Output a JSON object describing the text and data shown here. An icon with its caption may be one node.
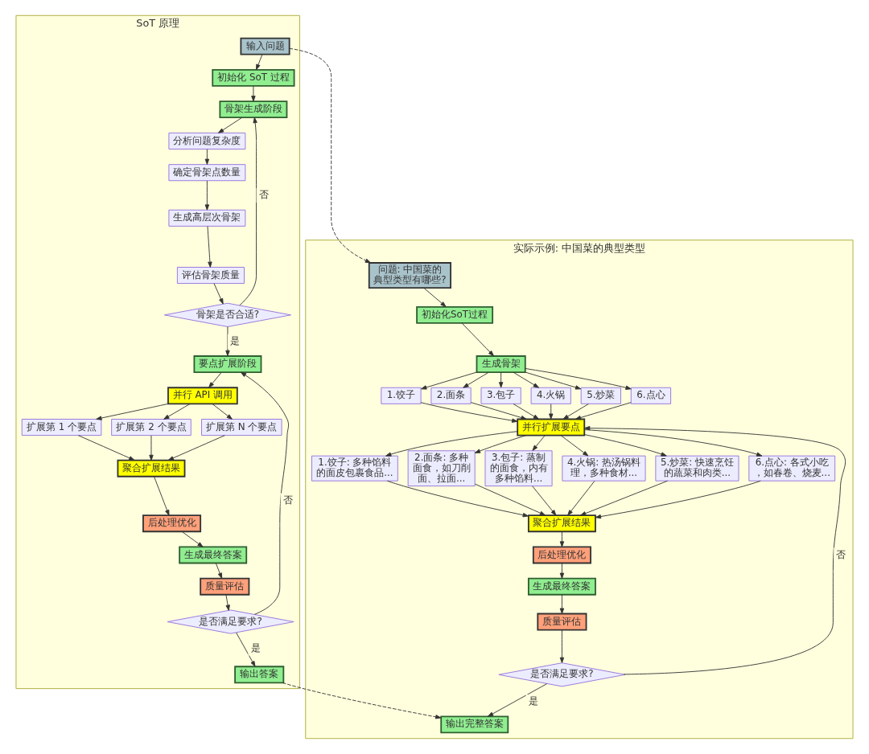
{
  "diagram": {
    "nodes": [
      {
        "text": [
          "SoT 原理"
        ]
      },
      {
        "text": [
          "输入问题"
        ],
        "in": 0
      },
      {
        "text": [
          "初始化 SoT 过程"
        ],
        "in": 0
      },
      {
        "text": [
          "骨架生成阶段"
        ],
        "in": 0
      },
      {
        "text": [
          "分析问题复杂度"
        ],
        "in": 0
      },
      {
        "text": [
          "确定骨架点数量"
        ],
        "in": 0
      },
      {
        "text": [
          "生成高层次骨架"
        ],
        "in": 0
      },
      {
        "text": [
          "评估骨架质量"
        ],
        "in": 0
      },
      {
        "text": [
          "骨架是否合适?"
        ],
        "in": 0
      },
      {
        "text": [
          "要点扩展阶段"
        ],
        "in": 0
      },
      {
        "text": [
          "并行 API 调用"
        ],
        "in": 0
      },
      {
        "text": [
          "扩展第 1 个要点"
        ],
        "in": 0
      },
      {
        "text": [
          "扩展第 2 个要点"
        ],
        "in": 0
      },
      {
        "text": [
          "扩展第 N 个要点"
        ],
        "in": 0
      },
      {
        "text": [
          "聚合扩展结果"
        ],
        "in": 0
      },
      {
        "text": [
          "后处理优化"
        ],
        "in": 0
      },
      {
        "text": [
          "生成最终答案"
        ],
        "in": 0
      },
      {
        "text": [
          "质量评估"
        ],
        "in": 0
      },
      {
        "text": [
          "是否满足要求?"
        ],
        "in": 0
      },
      {
        "text": [
          "输出答案"
        ],
        "in": 0
      },
      {
        "text": [
          "实际示例: 中国菜的典型类型"
        ]
      },
      {
        "text": [
          "问题: 中国菜的典型类型有哪些?"
        ],
        "in": 20
      },
      {
        "text": [
          "初始化SoT过程"
        ],
        "in": 20
      },
      {
        "text": [
          "生成骨架"
        ],
        "in": 20
      },
      {
        "text": [
          "1.饺子"
        ],
        "in": 20
      },
      {
        "text": [
          "2.面条"
        ],
        "in": 20
      },
      {
        "text": [
          "3.包子"
        ],
        "in": 20
      },
      {
        "text": [
          "4.火锅"
        ],
        "in": 20
      },
      {
        "text": [
          "5.炒菜"
        ],
        "in": 20
      },
      {
        "text": [
          "6.点心"
        ],
        "in": 20
      },
      {
        "text": [
          "并行扩展要点"
        ],
        "in": 20
      },
      {
        "text": [
          "1.饺子: 多种馅料的面皮包裹食品..."
        ],
        "in": 20
      },
      {
        "text": [
          "2.面条: 多种面食，如刀削面、拉面..."
        ],
        "in": 20
      },
      {
        "text": [
          "3.包子: 蒸制的面食，内有多种馅料..."
        ],
        "in": 20
      },
      {
        "text": [
          "4.火锅: 热汤锅料理，多种食材..."
        ],
        "in": 20
      },
      {
        "text": [
          "5.炒菜: 快速烹饪的蔬菜和肉类..."
        ],
        "in": 20
      },
      {
        "text": [
          "6.点心: 各式小吃，如春卷、烧麦..."
        ],
        "in": 20
      },
      {
        "text": [
          "聚合扩展结果"
        ],
        "in": 20
      },
      {
        "text": [
          "后处理优化"
        ],
        "in": 20
      },
      {
        "text": [
          "生成最终答案"
        ],
        "in": 20
      },
      {
        "text": [
          "质量评估"
        ],
        "in": 20
      },
      {
        "text": [
          "是否满足要求?"
        ],
        "in": 20
      },
      {
        "text": [
          "输出完整答案"
        ],
        "in": 20
      }
    ],
    "edges": [
      {
        "from": 1,
        "to": 2,
        "arrow": "to"
      },
      {
        "from": 2,
        "to": 3,
        "arrow": "to"
      },
      {
        "from": 3,
        "to": 4,
        "arrow": "to"
      },
      {
        "from": 4,
        "to": 5,
        "arrow": "to"
      },
      {
        "from": 5,
        "to": 6,
        "arrow": "to"
      },
      {
        "from": 6,
        "to": 7,
        "arrow": "to"
      },
      {
        "from": 7,
        "to": 8,
        "arrow": "to"
      },
      {
        "from": 8,
        "to": 3,
        "arrow": "to",
        "label": "否"
      },
      {
        "from": 8,
        "to": 9,
        "arrow": "to",
        "label": "是"
      },
      {
        "from": 9,
        "to": 10,
        "arrow": "to"
      },
      {
        "from": 10,
        "to": 11,
        "arrow": "to"
      },
      {
        "from": 10,
        "to": 12,
        "arrow": "to"
      },
      {
        "from": 10,
        "to": 13,
        "arrow": "to"
      },
      {
        "from": 11,
        "to": 14,
        "arrow": "to"
      },
      {
        "from": 12,
        "to": 14,
        "arrow": "to"
      },
      {
        "from": 13,
        "to": 14,
        "arrow": "to"
      },
      {
        "from": 14,
        "to": 15,
        "arrow": "to"
      },
      {
        "from": 15,
        "to": 16,
        "arrow": "to"
      },
      {
        "from": 16,
        "to": 17,
        "arrow": "to"
      },
      {
        "from": 17,
        "to": 18,
        "arrow": "to"
      },
      {
        "from": 18,
        "to": 9,
        "arrow": "to",
        "label": "否"
      },
      {
        "from": 18,
        "to": 19,
        "arrow": "to",
        "label": "是"
      },
      {
        "from": 1,
        "to": 21,
        "arrow": "to",
        "style": "dashed"
      },
      {
        "from": 21,
        "to": 22,
        "arrow": "to"
      },
      {
        "from": 22,
        "to": 23,
        "arrow": "to"
      },
      {
        "from": 23,
        "to": 24,
        "arrow": "to"
      },
      {
        "from": 23,
        "to": 25,
        "arrow": "to"
      },
      {
        "from": 23,
        "to": 26,
        "arrow": "to"
      },
      {
        "from": 23,
        "to": 27,
        "arrow": "to"
      },
      {
        "from": 23,
        "to": 28,
        "arrow": "to"
      },
      {
        "from": 23,
        "to": 29,
        "arrow": "to"
      },
      {
        "from": 24,
        "to": 30,
        "arrow": "to"
      },
      {
        "from": 25,
        "to": 30,
        "arrow": "to"
      },
      {
        "from": 26,
        "to": 30,
        "arrow": "to"
      },
      {
        "from": 27,
        "to": 30,
        "arrow": "to"
      },
      {
        "from": 28,
        "to": 30,
        "arrow": "to"
      },
      {
        "from": 29,
        "to": 30,
        "arrow": "to"
      },
      {
        "from": 30,
        "to": 31,
        "arrow": "to"
      },
      {
        "from": 30,
        "to": 32,
        "arrow": "to"
      },
      {
        "from": 30,
        "to": 33,
        "arrow": "to"
      },
      {
        "from": 30,
        "to": 34,
        "arrow": "to"
      },
      {
        "from": 30,
        "to": 35,
        "arrow": "to"
      },
      {
        "from": 30,
        "to": 36,
        "arrow": "to"
      },
      {
        "from": 31,
        "to": 37,
        "arrow": "to"
      },
      {
        "from": 32,
        "to": 37,
        "arrow": "to"
      },
      {
        "from": 33,
        "to": 37,
        "arrow": "to"
      },
      {
        "from": 34,
        "to": 37,
        "arrow": "to"
      },
      {
        "from": 35,
        "to": 37,
        "arrow": "to"
      },
      {
        "from": 36,
        "to": 37,
        "arrow": "to"
      },
      {
        "from": 37,
        "to": 38,
        "arrow": "to"
      },
      {
        "from": 38,
        "to": 39,
        "arrow": "to"
      },
      {
        "from": 39,
        "to": 40,
        "arrow": "to"
      },
      {
        "from": 40,
        "to": 41,
        "arrow": "to"
      },
      {
        "from": 41,
        "to": 30,
        "arrow": "to",
        "label": "否"
      },
      {
        "from": 41,
        "to": 42,
        "arrow": "to",
        "label": "是"
      },
      {
        "from": 19,
        "to": 42,
        "arrow": "to",
        "style": "dashed"
      }
    ]
  }
}
